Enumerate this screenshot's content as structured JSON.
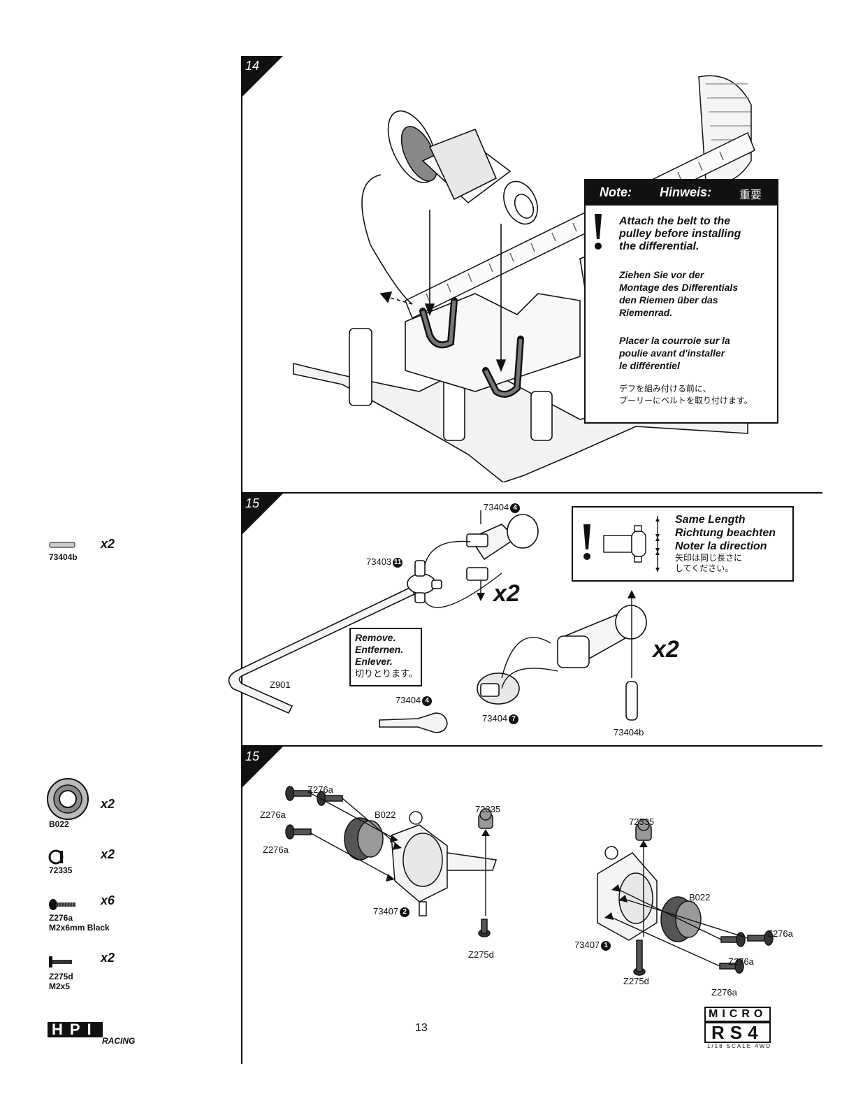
{
  "steps": {
    "step14": "14",
    "step15a": "15",
    "step15b": "15"
  },
  "sidebar": {
    "items": [
      {
        "code": "73404b",
        "code2": "",
        "qty": "x2"
      },
      {
        "code": "B022",
        "code2": "",
        "qty": "x2"
      },
      {
        "code": "72335",
        "code2": "",
        "qty": "x2"
      },
      {
        "code": "Z276a",
        "code2": "M2x6mm Black",
        "qty": "x6"
      },
      {
        "code": "Z275d",
        "code2": "M2x5",
        "qty": "x2"
      }
    ]
  },
  "note": {
    "head_en": "Note:",
    "head_de": "Hinweis:",
    "head_jp": "重要",
    "en": [
      "Attach the belt to the",
      "pulley before installing",
      "the differential."
    ],
    "de": [
      "Ziehen Sie vor der",
      "Montage des Differentials",
      "den Riemen über das",
      "Riemenrad."
    ],
    "fr": [
      "Placer la courroie sur la",
      "poulie avant d'installer",
      "le différentiel"
    ],
    "jp": [
      "デフを組み付ける前に、",
      "プーリーにベルトを取り付けます。"
    ]
  },
  "length_note": {
    "en": "Same Length",
    "de": "Richtung beachten",
    "fr": "Noter la direction",
    "jp1": "矢印は同じ長さに",
    "jp2": "してください。"
  },
  "remove_note": {
    "en": "Remove.",
    "de": "Entfernen.",
    "fr": "Enlever.",
    "jp": "切りとります。"
  },
  "step15_labels": {
    "p73404_top": "73404",
    "p73404_top_n": "4",
    "p73403": "73403",
    "p73403_n": "11",
    "x2_a": "x2",
    "x2_b": "x2",
    "z901": "Z901",
    "p73404_mid": "73404",
    "p73404_mid_n": "4",
    "p73404_low": "73404",
    "p73404_low_n": "7",
    "p73404b": "73404b"
  },
  "step15b_labels": {
    "z276a_1": "Z276a",
    "z276a_2": "Z276a",
    "z276a_3": "Z276a",
    "b022_left": "B022",
    "p72335_left": "72335",
    "p73407_left": "73407",
    "p73407_left_n": "2",
    "z275d_left": "Z275d",
    "p72335_right": "72335",
    "b022_right": "B022",
    "z276a_4": "Z276a",
    "z276a_5": "Z276a",
    "z276a_6": "Z276a",
    "p73407_right": "73407",
    "p73407_right_n": "1",
    "z275d_right": "Z275d"
  },
  "footer": {
    "page_number": "13",
    "brand": "HPI",
    "brand_sub": "RACING",
    "product_line1": "MICRO",
    "product_line2": "RS4",
    "product_sub": "1/18 SCALE 4WD"
  }
}
